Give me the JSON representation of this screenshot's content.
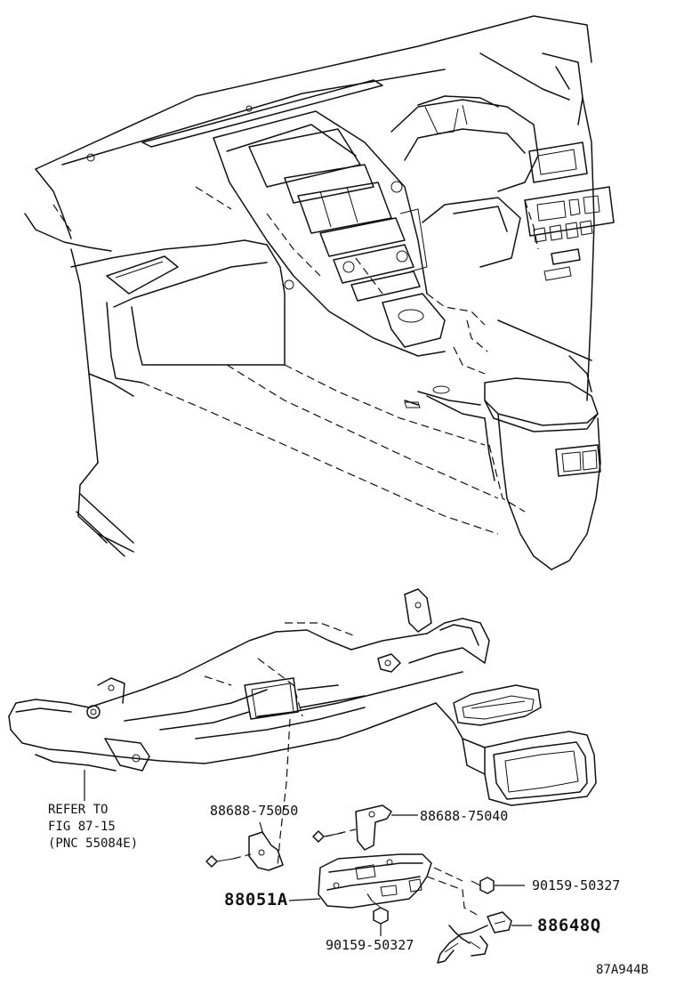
{
  "labels": {
    "refer_note": [
      "REFER TO",
      "FIG 87-15",
      "(PNC 55084E)"
    ],
    "part_88688_75050": "88688-75050",
    "part_88688_75040": "88688-75040",
    "part_90159_50327_right": "90159-50327",
    "part_88051A": "88051A",
    "part_88648Q": "88648Q",
    "part_90159_50327_bottom": "90159-50327",
    "figure_code": "87A944B"
  }
}
